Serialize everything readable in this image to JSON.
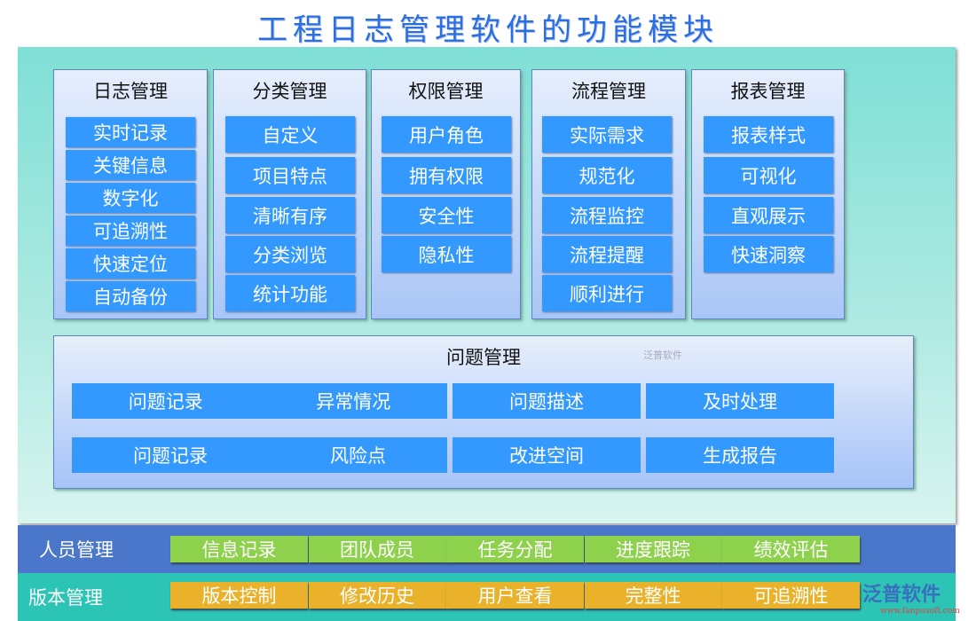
{
  "title": "工程日志管理软件的功能模块",
  "columns": [
    {
      "title": "日志管理",
      "items": [
        "实时记录",
        "关键信息",
        "数字化",
        "可追溯性",
        "快速定位",
        "自动备份"
      ]
    },
    {
      "title": "分类管理",
      "items": [
        "自定义",
        "项目特点",
        "清晰有序",
        "分类浏览",
        "统计功能"
      ]
    },
    {
      "title": "权限管理",
      "items": [
        "用户角色",
        "拥有权限",
        "安全性",
        "隐私性"
      ]
    },
    {
      "title": "流程管理",
      "items": [
        "实际需求",
        "规范化",
        "流程监控",
        "流程提醒",
        "顺利进行"
      ]
    },
    {
      "title": "报表管理",
      "items": [
        "报表样式",
        "可视化",
        "直观展示",
        "快速洞察"
      ]
    }
  ],
  "problem": {
    "title": "问题管理",
    "watermark": "泛普软件",
    "rows": [
      [
        "问题记录",
        "异常情况",
        "问题描述",
        "及时处理"
      ],
      [
        "问题记录",
        "风险点",
        "改进空间",
        "生成报告"
      ]
    ]
  },
  "personnel": {
    "label": "人员管理",
    "items": [
      "信息记录",
      "团队成员",
      "任务分配",
      "进度跟踪",
      "绩效评估"
    ],
    "color": "#4a77c9",
    "item_color": "#8ed14d"
  },
  "version": {
    "label": "版本管理",
    "items": [
      "版本控制",
      "修改历史",
      "用户查看",
      "完整性",
      "可追溯性"
    ],
    "color": "#2cc4b4",
    "item_color": "#eab22a"
  },
  "logo": {
    "name": "泛普软件",
    "url": "www.fanpusoft.com"
  }
}
